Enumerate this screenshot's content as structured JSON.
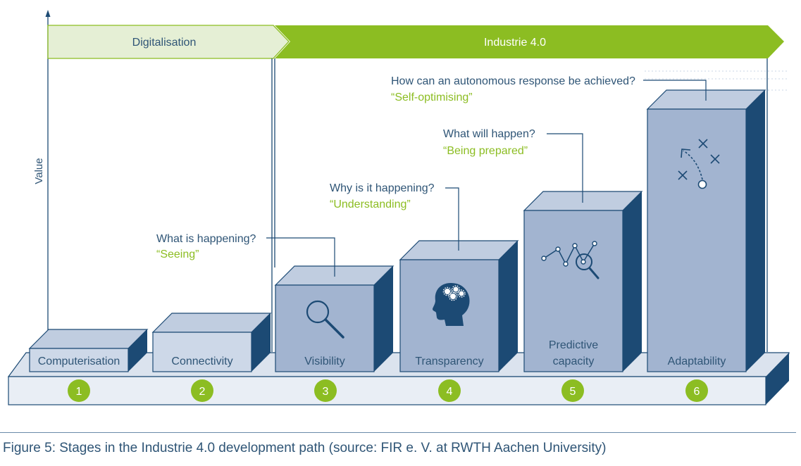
{
  "y_axis_label": "Value",
  "banners": {
    "digitalisation": "Digitalisation",
    "industrie": "Industrie 4.0"
  },
  "stages": [
    {
      "number": "1",
      "label": [
        "Computerisation"
      ],
      "icon": "none"
    },
    {
      "number": "2",
      "label": [
        "Connectivity"
      ],
      "icon": "none"
    },
    {
      "number": "3",
      "label": [
        "Visibility"
      ],
      "icon": "magnifier-icon"
    },
    {
      "number": "4",
      "label": [
        "Transparency"
      ],
      "icon": "head-gears-icon"
    },
    {
      "number": "5",
      "label": [
        "Predictive",
        "capacity"
      ],
      "icon": "trend-analysis-icon"
    },
    {
      "number": "6",
      "label": [
        "Adaptability"
      ],
      "icon": "strategy-play-icon"
    }
  ],
  "questions": [
    {
      "question": "What is happening?",
      "answer": "“Seeing”"
    },
    {
      "question": "Why is it happening?",
      "answer": "“Understanding”"
    },
    {
      "question": "What will happen?",
      "answer": "“Being prepared”"
    },
    {
      "question": "How can an autonomous response be achieved?",
      "answer": "“Self-optimising”"
    }
  ],
  "caption": "Figure 5: Stages in the Industrie 4.0 development path (source: FIR e. V. at RWTH Aachen University)",
  "colors": {
    "navy": "#1c4a74",
    "box_front": "#a2b4d0",
    "box_front_light": "#cdd8e8",
    "box_top": "#c0cde0",
    "green": "#8cbd22",
    "light_green": "#e5efd5",
    "text": "#2f5576"
  }
}
